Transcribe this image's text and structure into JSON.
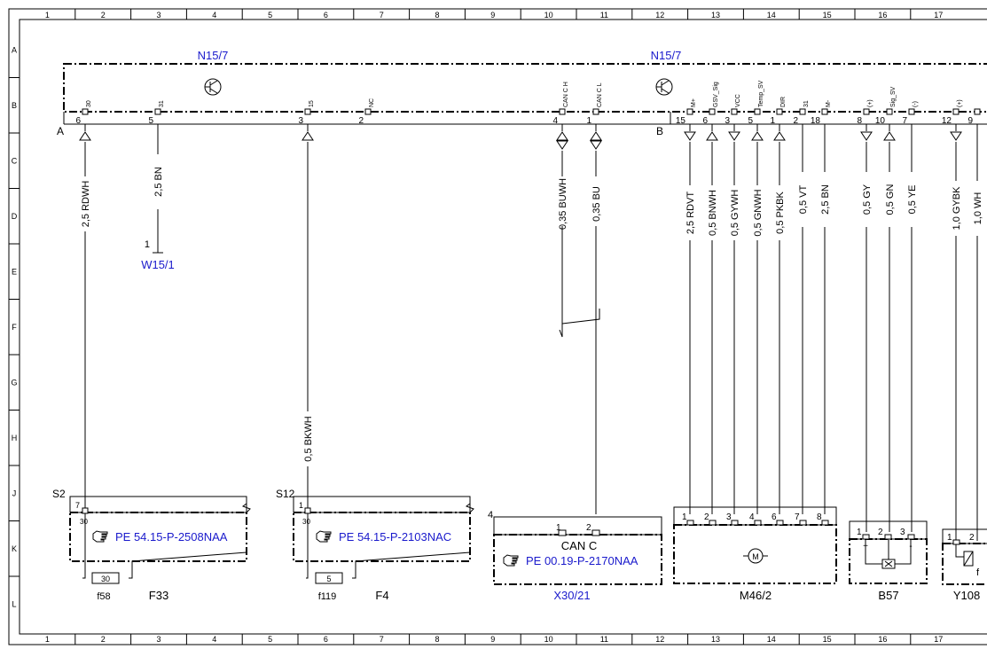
{
  "frame": {
    "columns": [
      "1",
      "2",
      "3",
      "4",
      "5",
      "6",
      "7",
      "8",
      "9",
      "10",
      "11",
      "12",
      "13",
      "14",
      "15",
      "16",
      "17"
    ],
    "rows": [
      "A",
      "B",
      "C",
      "D",
      "E",
      "F",
      "G",
      "H",
      "J",
      "K",
      "L"
    ]
  },
  "control_unit": {
    "label_left": "N15/7",
    "label_right": "N15/7",
    "connector_a": "A",
    "connector_b": "B"
  },
  "connector_a_pins": [
    {
      "pin": "6",
      "sig": "30"
    },
    {
      "pin": "5",
      "sig": "31"
    },
    {
      "pin": "3",
      "sig": "15"
    },
    {
      "pin": "2",
      "sig": "NC"
    },
    {
      "pin": "4",
      "sig": "CAN C H"
    },
    {
      "pin": "1",
      "sig": "CAN C L"
    }
  ],
  "connector_b_pins": [
    {
      "pin": "15",
      "sig": "M+"
    },
    {
      "pin": "6",
      "sig": "GSV_Sig"
    },
    {
      "pin": "3",
      "sig": "VCC"
    },
    {
      "pin": "5",
      "sig": "Temp_SV"
    },
    {
      "pin": "1",
      "sig": "DIR"
    },
    {
      "pin": "2",
      "sig": "31"
    },
    {
      "pin": "18",
      "sig": "M-"
    },
    {
      "pin": "8",
      "sig": "(+)"
    },
    {
      "pin": "10",
      "sig": "Sig_SV"
    },
    {
      "pin": "7",
      "sig": "(-)"
    },
    {
      "pin": "12",
      "sig": "(+)"
    },
    {
      "pin": "9",
      "sig": ""
    }
  ],
  "wires": [
    "2,5 RDWH",
    "2,5 BN",
    "0,35 BUWH",
    "0,35 BU",
    "2,5 RDVT",
    "0,5 BNWH",
    "0,5 GYWH",
    "0,5 GNWH",
    "0,5 PKBK",
    "0,5 VT",
    "2,5 BN",
    "0,5 GY",
    "0,5 GN",
    "0,5 YE",
    "1,0 GYBK",
    "1,0 WH",
    "0,5 BKWH"
  ],
  "ground": {
    "pin": "1",
    "label": "W15/1"
  },
  "fuse_boxes": [
    {
      "splice": "S2",
      "pin_top": "7",
      "pin_inner": "30",
      "ref": "PE 54.15-P-2508NAA",
      "fuse_value": "30",
      "fuse_id": "f58",
      "component": "F33"
    },
    {
      "splice": "S12",
      "pin_top": "1",
      "pin_inner": "30",
      "ref": "PE 54.15-P-2103NAC",
      "fuse_value": "5",
      "fuse_id": "f119",
      "component": "F4"
    }
  ],
  "can_box": {
    "num": "4",
    "pins": [
      "1",
      "2"
    ],
    "title": "CAN C",
    "ref": "PE 00.19-P-2170NAA",
    "component": "X30/21"
  },
  "motor": {
    "pins": [
      "1",
      "2",
      "3",
      "4",
      "6",
      "7",
      "8"
    ],
    "symbol": "M",
    "component": "M46/2"
  },
  "sensor": {
    "pins": [
      "1",
      "2",
      "3"
    ],
    "plus": "+",
    "minus": "-",
    "component": "B57"
  },
  "valve": {
    "pins": [
      "1",
      "2"
    ],
    "letter": "f",
    "component": "Y108"
  },
  "icons": {
    "ref_pointer": "pointing-hand-icon",
    "transistor": "transistor-icon"
  }
}
